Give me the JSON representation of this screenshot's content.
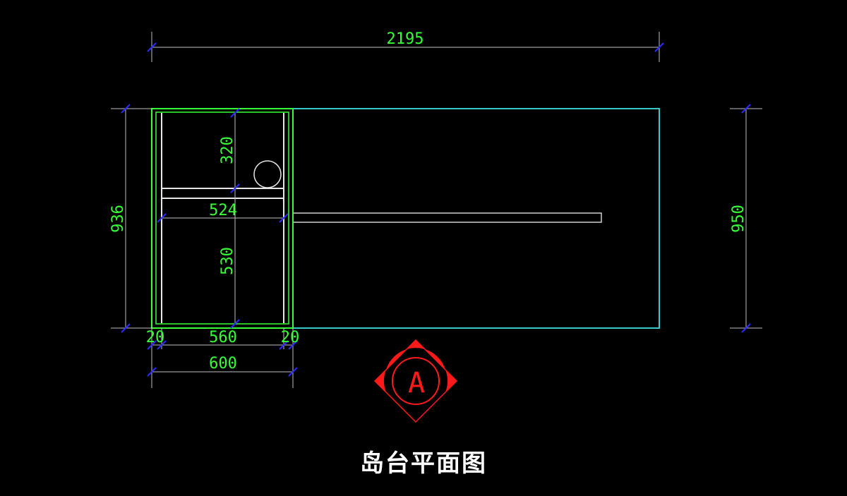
{
  "drawing": {
    "title": "岛台平面图",
    "dimensions": {
      "overall_length": "2195",
      "overall_depth": "950",
      "cabinet_depth": "936",
      "cabinet_width": "600",
      "inner_width": "560",
      "side_panel_left": "20",
      "side_panel_right": "20",
      "upper_compartment": "320",
      "shelf_width": "524",
      "lower_compartment": "530"
    },
    "section_marker": {
      "letter": "A"
    }
  },
  "colors": {
    "background": "#000000",
    "dimension_text": "#37ff37",
    "dimension_line": "#bfbfbf",
    "tick": "#2a2aff",
    "countertop_outline": "#37c8c8",
    "cabinet_outline": "#37ff37",
    "cabinet_inner": "#e6e6e6",
    "marker_red": "#ff1a1a",
    "title": "#ffffff"
  }
}
